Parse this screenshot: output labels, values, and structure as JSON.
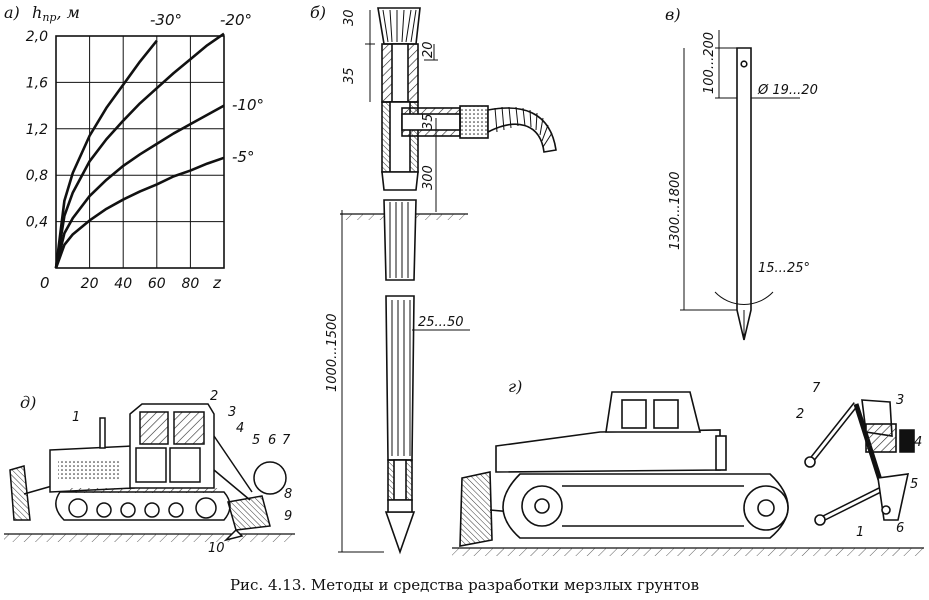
{
  "caption": "Рис. 4.13. Методы и средства разработки мерзлых грунтов",
  "panel_a": {
    "label": "а)",
    "y_axis_label": "h",
    "y_axis_subscript": "пр",
    "y_axis_unit": ", м",
    "x_axis_label": "z",
    "origin_label": "0",
    "y_ticks": [
      "2,0",
      "1,6",
      "1,2",
      "0,8",
      "0,4"
    ],
    "x_ticks": [
      "20",
      "40",
      "60",
      "80"
    ],
    "curve_labels": [
      "-30°",
      "-20°",
      "-10°",
      "-5°"
    ]
  },
  "chart_data": {
    "type": "line",
    "xlabel": "z",
    "ylabel": "h пр, м",
    "xlim": [
      0,
      100
    ],
    "ylim": [
      0,
      2.0
    ],
    "grid": true,
    "series": [
      {
        "name": "-30°",
        "x": [
          0,
          5,
          10,
          20,
          30,
          40,
          50,
          60
        ],
        "y": [
          0,
          0.58,
          0.82,
          1.14,
          1.38,
          1.58,
          1.78,
          1.96
        ]
      },
      {
        "name": "-20°",
        "x": [
          0,
          5,
          10,
          20,
          30,
          40,
          50,
          60,
          70,
          80,
          90,
          100
        ],
        "y": [
          0,
          0.45,
          0.65,
          0.92,
          1.11,
          1.27,
          1.42,
          1.55,
          1.68,
          1.8,
          1.92,
          2.02
        ]
      },
      {
        "name": "-10°",
        "x": [
          0,
          5,
          10,
          20,
          30,
          40,
          50,
          60,
          70,
          80,
          90,
          100
        ],
        "y": [
          0,
          0.3,
          0.43,
          0.62,
          0.76,
          0.88,
          0.98,
          1.07,
          1.16,
          1.24,
          1.32,
          1.4
        ]
      },
      {
        "name": "-5°",
        "x": [
          0,
          5,
          10,
          20,
          30,
          40,
          50,
          60,
          70,
          80,
          90,
          100
        ],
        "y": [
          0,
          0.2,
          0.29,
          0.41,
          0.51,
          0.59,
          0.66,
          0.72,
          0.79,
          0.84,
          0.9,
          0.95
        ]
      }
    ]
  },
  "panel_b": {
    "label": "б)",
    "dims": [
      "30",
      "35",
      "20",
      "35",
      "300",
      "25...50",
      "1000...1500"
    ]
  },
  "panel_v": {
    "label": "в)",
    "dims": [
      "100...200",
      "Ø 19...20",
      "1300...1800",
      "15...25°"
    ]
  },
  "panel_d": {
    "label": "д)",
    "callouts": [
      "1",
      "2",
      "3",
      "4",
      "5",
      "6",
      "7",
      "8",
      "9",
      "10"
    ]
  },
  "panel_g": {
    "label": "г)",
    "callouts": [
      "7",
      "2",
      "3",
      "4",
      "5",
      "6",
      "1"
    ]
  }
}
